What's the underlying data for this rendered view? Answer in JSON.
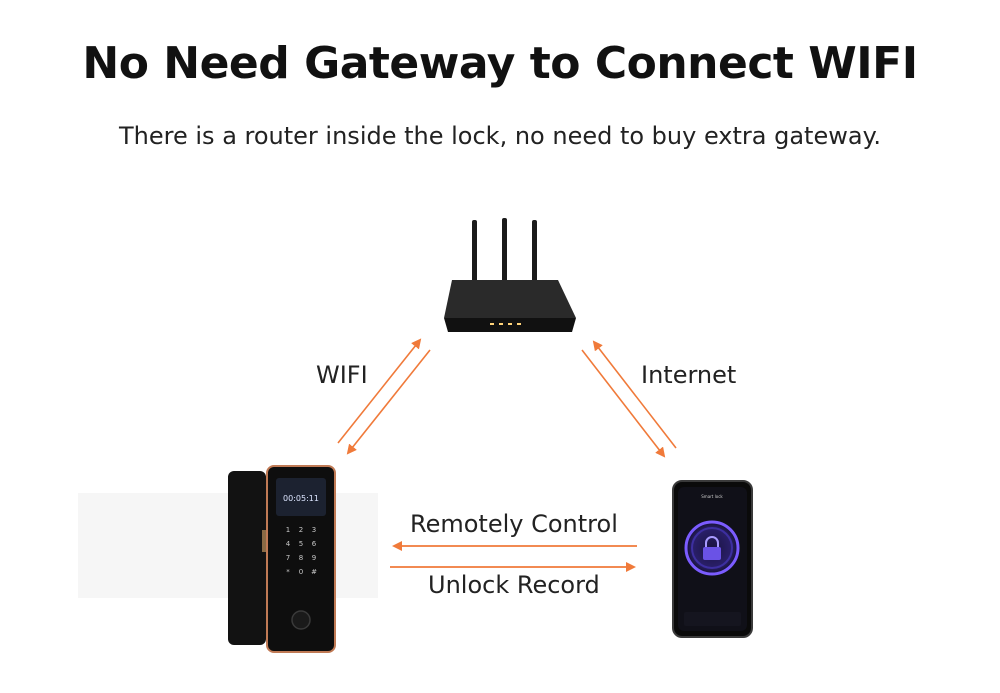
{
  "header": {
    "title": "No Need Gateway to Connect WIFI",
    "subtitle": "There is a router inside the lock, no need to buy extra gateway."
  },
  "links": {
    "wifi_label": "WIFI",
    "internet_label": "Internet",
    "remote_label": "Remotely Control",
    "record_label": "Unlock Record"
  },
  "lock": {
    "time": "00:05:11",
    "keypad": [
      "1",
      "2",
      "3",
      "4",
      "5",
      "6",
      "7",
      "8",
      "9",
      "*",
      "0",
      "#"
    ]
  },
  "phone": {
    "app_title": "Smart lock"
  },
  "colors": {
    "arrow": "#f07a3a",
    "router": "#1b1b1b",
    "lock_trim": "#c07a55",
    "phone_glow": "#7b5cff"
  },
  "icons": [
    "router-icon",
    "door-lock-icon",
    "smartphone-icon",
    "padlock-icon"
  ]
}
